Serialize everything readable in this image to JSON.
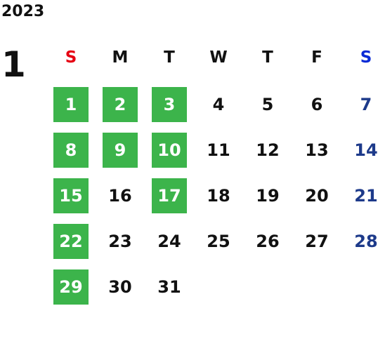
{
  "calendar": {
    "year": "2023",
    "month": "1",
    "weekdays": [
      "S",
      "M",
      "T",
      "W",
      "T",
      "F",
      "S"
    ],
    "colors": {
      "sunday_header": "#e60012",
      "saturday_header": "#0a2bd6",
      "saturday_date": "#1d3a8a",
      "default_text": "#111111",
      "highlight_bg": "#3cb44b",
      "highlight_text": "#ffffff"
    },
    "weeks": [
      [
        {
          "day": "1",
          "highlighted": true
        },
        {
          "day": "2",
          "highlighted": true
        },
        {
          "day": "3",
          "highlighted": true
        },
        {
          "day": "4",
          "highlighted": false
        },
        {
          "day": "5",
          "highlighted": false
        },
        {
          "day": "6",
          "highlighted": false
        },
        {
          "day": "7",
          "highlighted": false
        }
      ],
      [
        {
          "day": "8",
          "highlighted": true
        },
        {
          "day": "9",
          "highlighted": true
        },
        {
          "day": "10",
          "highlighted": true
        },
        {
          "day": "11",
          "highlighted": false
        },
        {
          "day": "12",
          "highlighted": false
        },
        {
          "day": "13",
          "highlighted": false
        },
        {
          "day": "14",
          "highlighted": false
        }
      ],
      [
        {
          "day": "15",
          "highlighted": true
        },
        {
          "day": "16",
          "highlighted": false
        },
        {
          "day": "17",
          "highlighted": true
        },
        {
          "day": "18",
          "highlighted": false
        },
        {
          "day": "19",
          "highlighted": false
        },
        {
          "day": "20",
          "highlighted": false
        },
        {
          "day": "21",
          "highlighted": false
        }
      ],
      [
        {
          "day": "22",
          "highlighted": true
        },
        {
          "day": "23",
          "highlighted": false
        },
        {
          "day": "24",
          "highlighted": false
        },
        {
          "day": "25",
          "highlighted": false
        },
        {
          "day": "26",
          "highlighted": false
        },
        {
          "day": "27",
          "highlighted": false
        },
        {
          "day": "28",
          "highlighted": false
        }
      ],
      [
        {
          "day": "29",
          "highlighted": true
        },
        {
          "day": "30",
          "highlighted": false
        },
        {
          "day": "31",
          "highlighted": false
        },
        {
          "day": "",
          "highlighted": false
        },
        {
          "day": "",
          "highlighted": false
        },
        {
          "day": "",
          "highlighted": false
        },
        {
          "day": "",
          "highlighted": false
        }
      ]
    ]
  }
}
